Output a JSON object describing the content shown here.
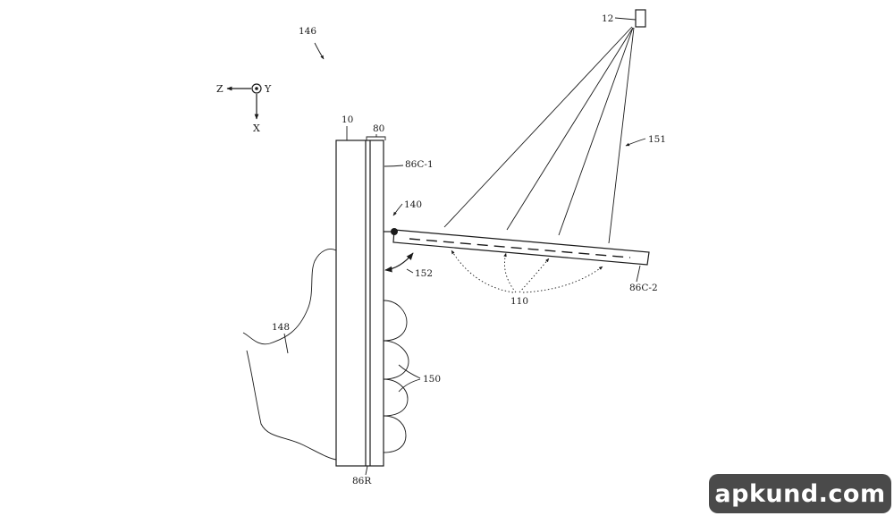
{
  "figure": {
    "labels": {
      "ref_146": "146",
      "axis_z": "Z",
      "axis_y": "Y",
      "axis_x": "X",
      "ref_10": "10",
      "ref_80": "80",
      "ref_86c1": "86C-1",
      "ref_140": "140",
      "ref_12": "12",
      "ref_151": "151",
      "ref_152": "152",
      "ref_110": "110",
      "ref_86c2": "86C-2",
      "ref_148": "148",
      "ref_150": "150",
      "ref_86r": "86R"
    }
  },
  "watermark": {
    "text": "apkund.com"
  },
  "colors": {
    "line": "#1a1a1a",
    "background": "#ffffff",
    "watermark_bg": "#4a4a4a",
    "watermark_text": "#ffffff"
  }
}
